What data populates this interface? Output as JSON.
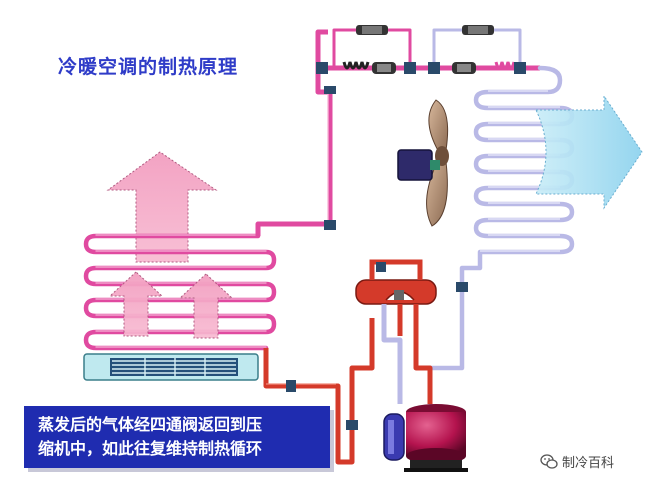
{
  "title": "冷暖空调的制热原理",
  "caption": {
    "line1": "蒸发后的气体经四通阀返回到压",
    "line2": "缩机中，如此往复维持制热循环"
  },
  "watermark": "制冷百科",
  "colors": {
    "hot_pipe": "#e04aa0",
    "cold_pipe": "#b9b9e6",
    "gas_pipe": "#d43a2a",
    "title": "#2f3cc8",
    "caption_bg": "#1f2cb0",
    "compressor": "#b4134e",
    "airflow_warm": "#f5a6c4",
    "airflow_cool": "#a8dcf0"
  },
  "icons": [
    "fan-blade-icon",
    "fan-motor-icon",
    "compressor-icon",
    "four-way-valve-icon",
    "wechat-icon"
  ]
}
